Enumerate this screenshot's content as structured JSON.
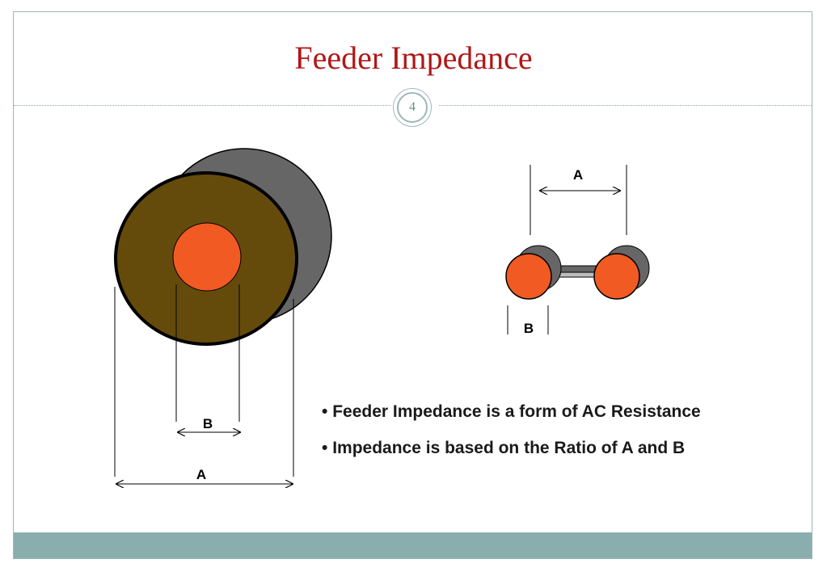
{
  "slide": {
    "title": "Feeder Impedance",
    "page_number": "4"
  },
  "diagram": {
    "coax": {
      "label_inner": "B",
      "label_outer": "A"
    },
    "twin_lead": {
      "label_spacing": "A",
      "label_diameter": "B"
    },
    "colors": {
      "conductor": "#f15a22",
      "dielectric": "#654b0b",
      "shield_shadow": "#666666",
      "outline": "#000000"
    }
  },
  "bullets": [
    "Feeder Impedance is a form of AC Resistance",
    "Impedance is based on the Ratio of A and B"
  ]
}
